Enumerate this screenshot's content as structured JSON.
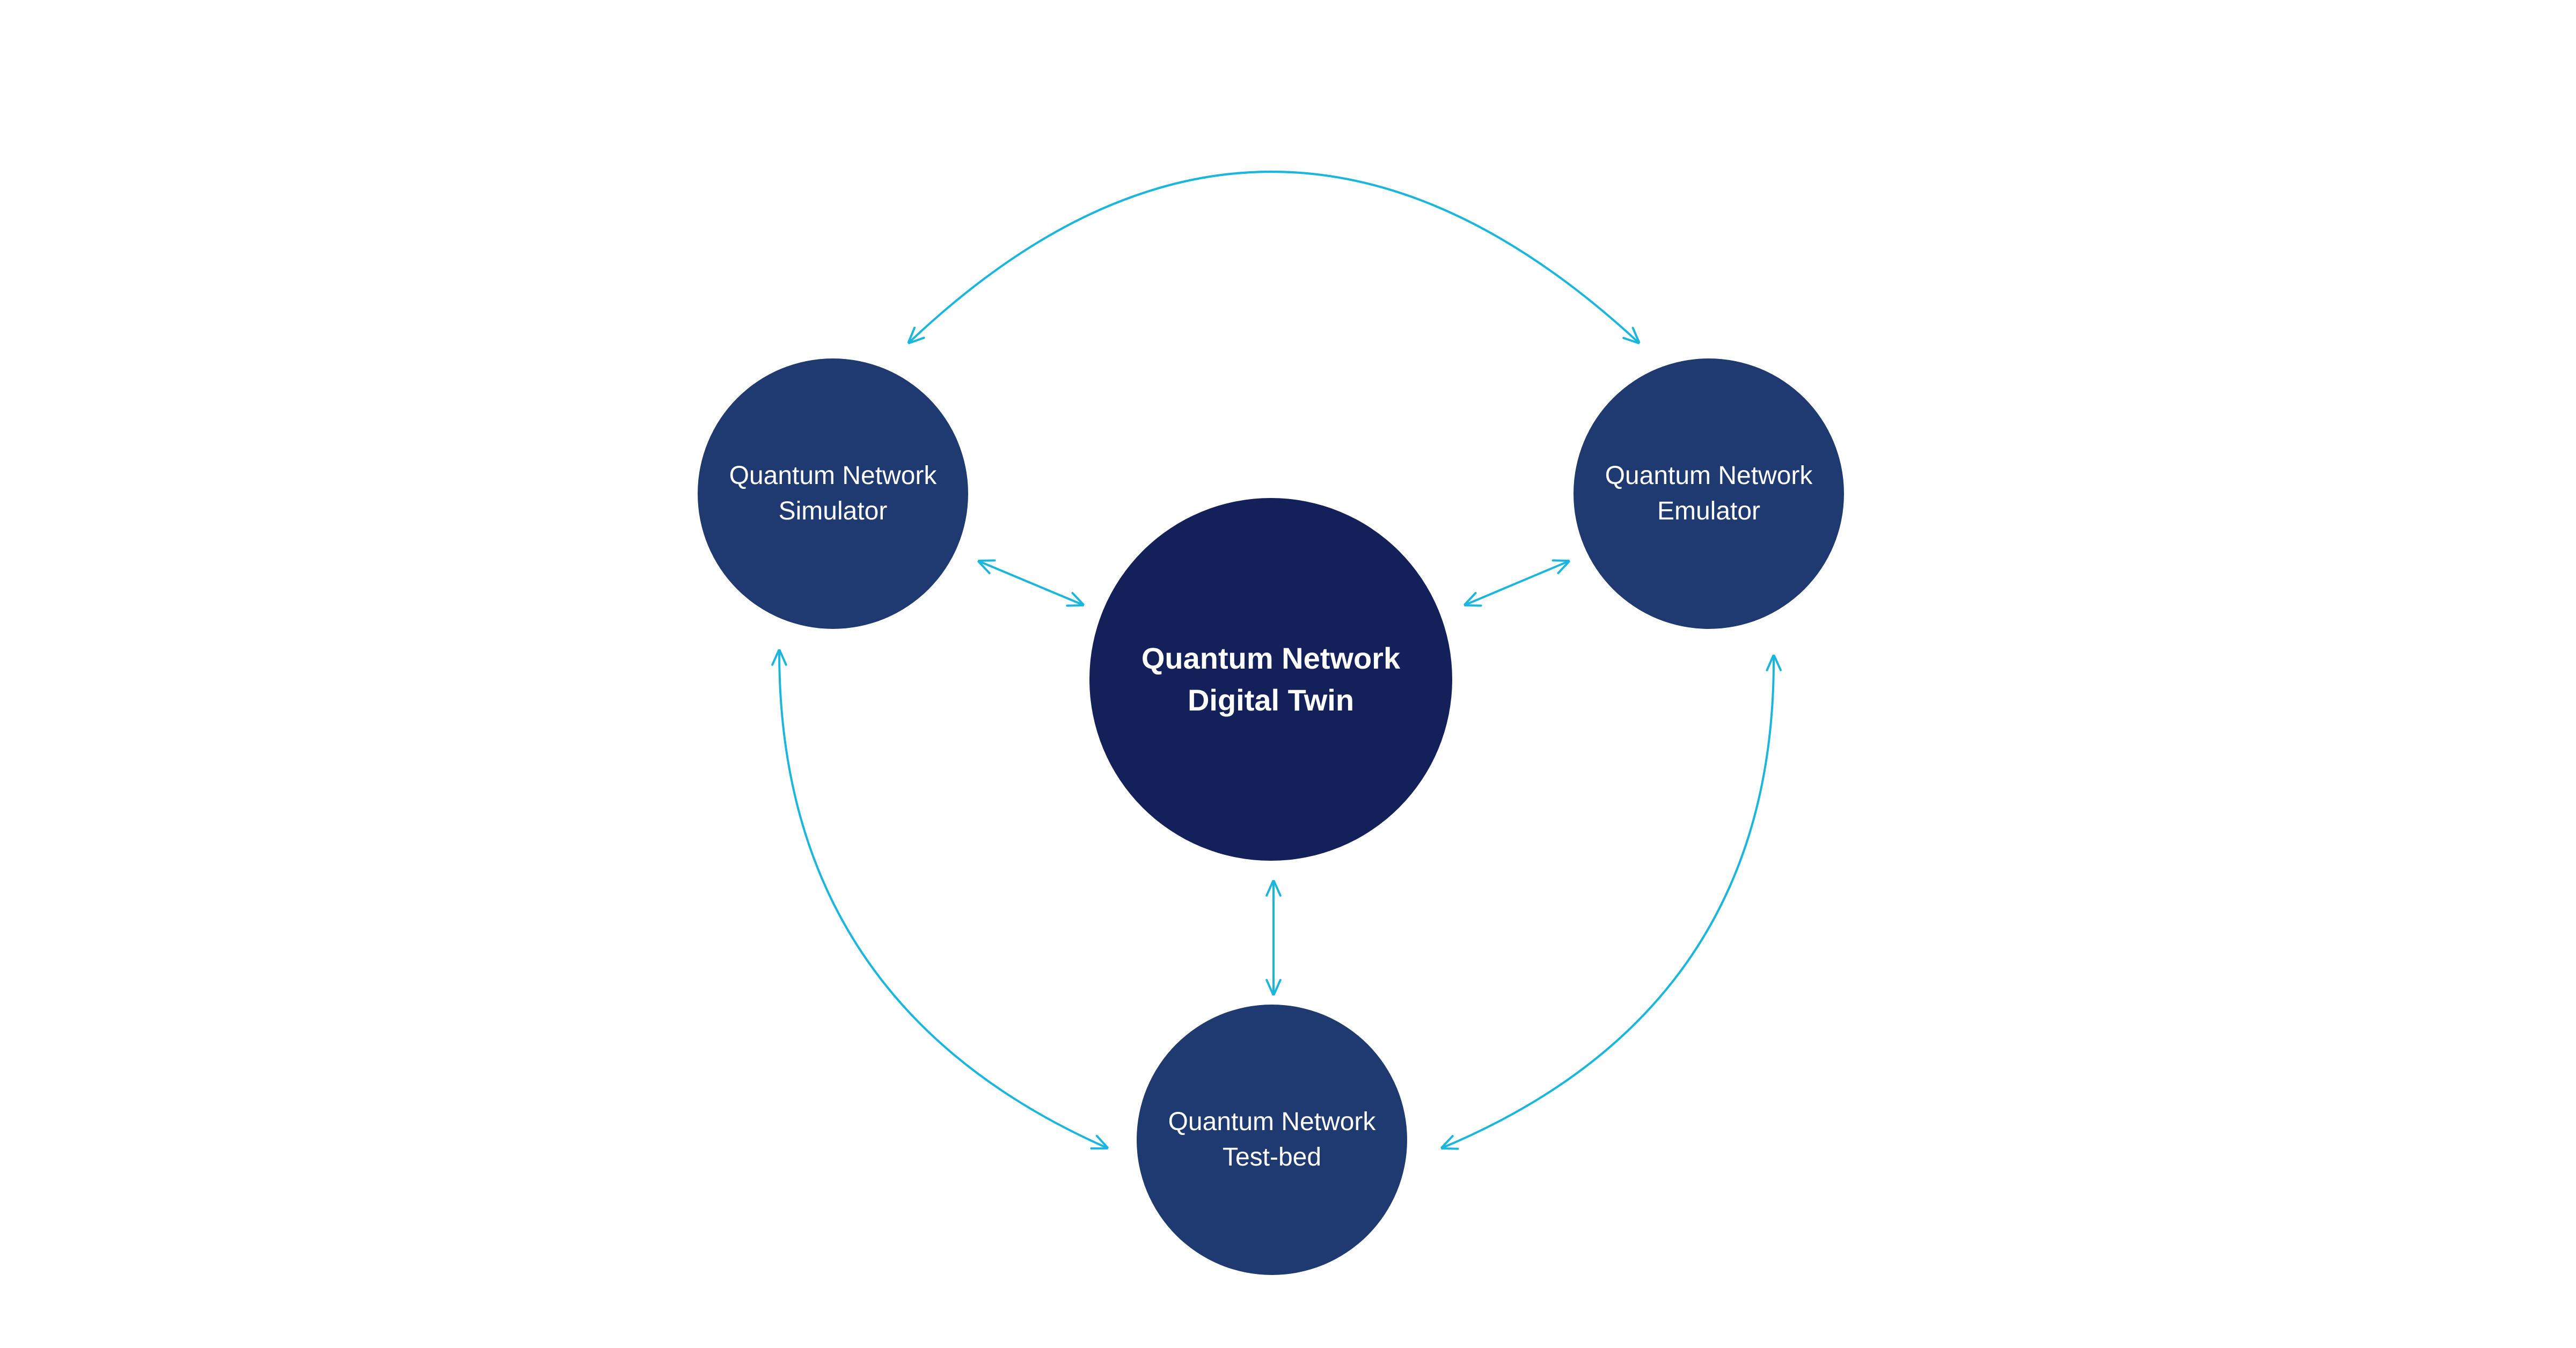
{
  "diagram": {
    "colors": {
      "background": "#ffffff",
      "outer_node": "#1f3a70",
      "center_node": "#13205a",
      "node_text": "#ffffff",
      "connector": "#1bb6dd"
    },
    "nodes": {
      "center": {
        "line1": "Quantum Network",
        "line2": "Digital Twin"
      },
      "simulator": {
        "line1": "Quantum Network",
        "line2": "Simulator"
      },
      "emulator": {
        "line1": "Quantum Network",
        "line2": "Emulator"
      },
      "testbed": {
        "line1": "Quantum Network",
        "line2": "Test-bed"
      }
    },
    "connections": [
      {
        "from": "simulator",
        "to": "emulator",
        "style": "curved",
        "arrows": "both"
      },
      {
        "from": "simulator",
        "to": "testbed",
        "style": "curved",
        "arrows": "both"
      },
      {
        "from": "emulator",
        "to": "testbed",
        "style": "curved",
        "arrows": "both"
      },
      {
        "from": "simulator",
        "to": "center",
        "style": "straight",
        "arrows": "both"
      },
      {
        "from": "emulator",
        "to": "center",
        "style": "straight",
        "arrows": "both"
      },
      {
        "from": "testbed",
        "to": "center",
        "style": "straight",
        "arrows": "both"
      }
    ]
  }
}
